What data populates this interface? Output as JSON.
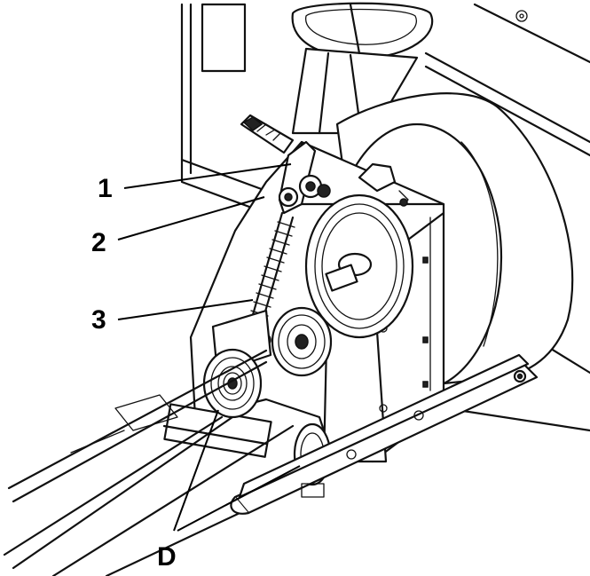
{
  "callouts": {
    "c1": "1",
    "c2": "2",
    "c3": "3",
    "cD": "D"
  },
  "colors": {
    "line": "#111111",
    "background": "#ffffff"
  }
}
